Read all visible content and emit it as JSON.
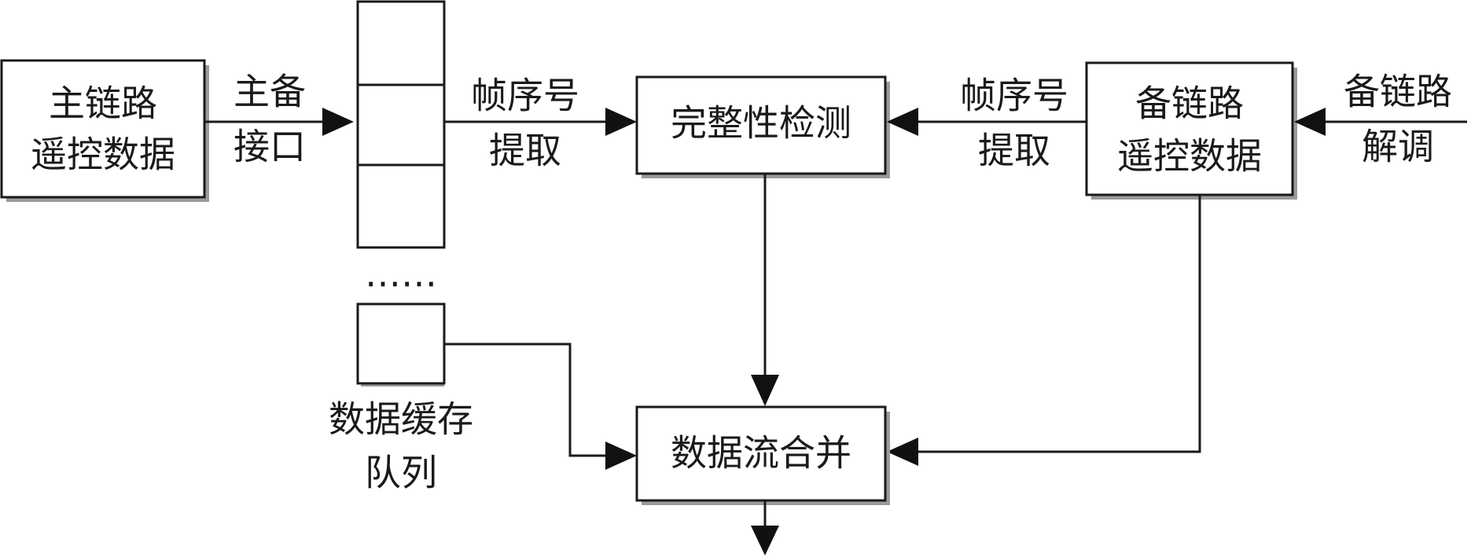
{
  "nodes": {
    "main_link": {
      "lines": [
        "主链路",
        "遥控数据"
      ]
    },
    "backup_link": {
      "lines": [
        "备链路",
        "遥控数据"
      ]
    },
    "integrity": {
      "label": "完整性检测"
    },
    "merge": {
      "label": "数据流合并"
    },
    "buffer_queue": {
      "lines": [
        "数据缓存",
        "队列"
      ],
      "ellipsis": "……"
    }
  },
  "edges": {
    "main_to_queue": {
      "lines": [
        "主备",
        "接口"
      ]
    },
    "queue_to_integrity": {
      "lines": [
        "帧序号",
        "提取"
      ]
    },
    "backup_to_integrity": {
      "lines": [
        "帧序号",
        "提取"
      ]
    },
    "demod_to_backup": {
      "lines": [
        "备链路",
        "解调"
      ]
    }
  }
}
